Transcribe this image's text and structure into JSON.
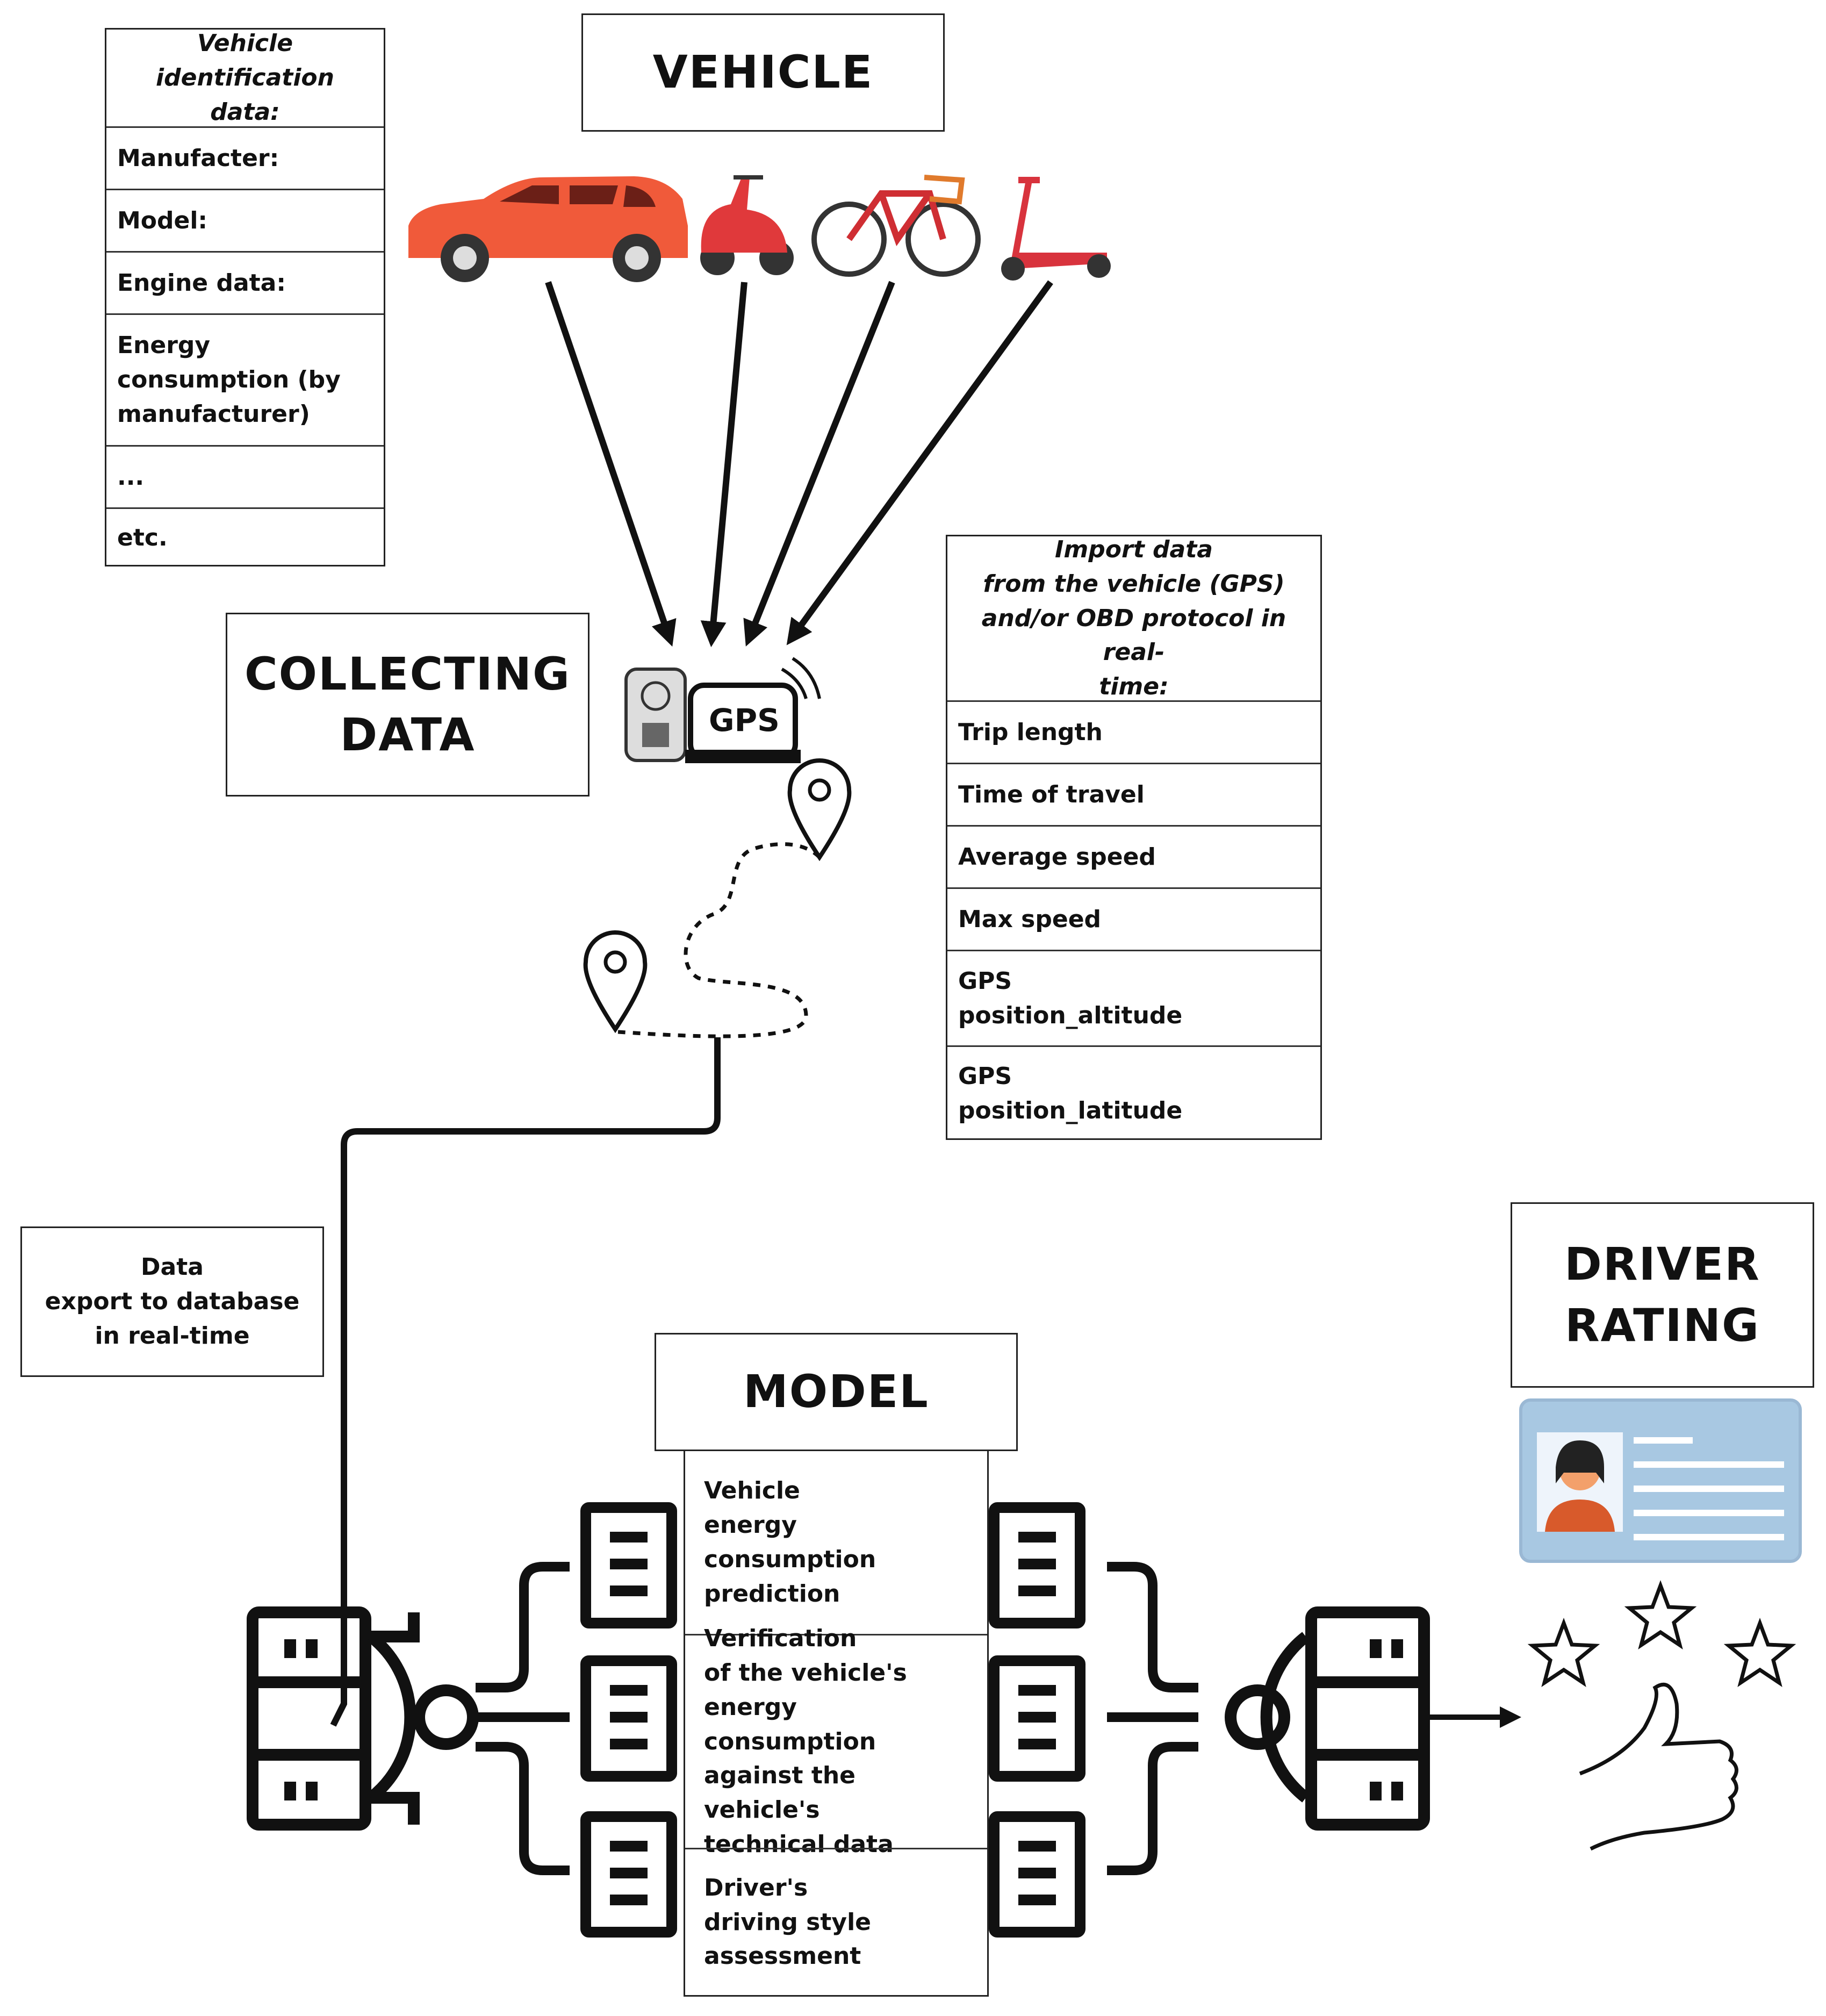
{
  "vehicle": {
    "title": "VEHICLE"
  },
  "vehicle_id_table": {
    "header": "Vehicle\nidentification data:",
    "rows": [
      "Manufacter:",
      "Model:",
      "Engine data:",
      "Energy\nconsumption (by\nmanufacturer)",
      "...",
      "etc."
    ]
  },
  "collecting": {
    "title": "COLLECTING\nDATA",
    "gps_label": "GPS"
  },
  "import_table": {
    "header": "Import data\nfrom the vehicle (GPS)\nand/or OBD protocol in real-\ntime:",
    "rows": [
      "Trip length",
      "Time of travel",
      "Average speed",
      "Max speed",
      "GPS\nposition_altitude",
      "GPS\nposition_latitude"
    ]
  },
  "export_box": {
    "text": "Data\nexport to database\nin real-time"
  },
  "model": {
    "title": "MODEL",
    "items": [
      "Vehicle\nenergy\nconsumption\nprediction",
      "Verification\nof the vehicle's\nenergy consumption\nagainst the vehicle's\ntechnical data",
      "Driver's\ndriving style\nassessment"
    ]
  },
  "driver_rating": {
    "title": "DRIVER\nRATING"
  },
  "colors": {
    "car": "#f05a3a",
    "scooter": "#e0393b",
    "bicycle": "#cf2e33",
    "kick_scooter": "#d8333d",
    "license_card": "#a8c8e2",
    "line": "#111111"
  }
}
